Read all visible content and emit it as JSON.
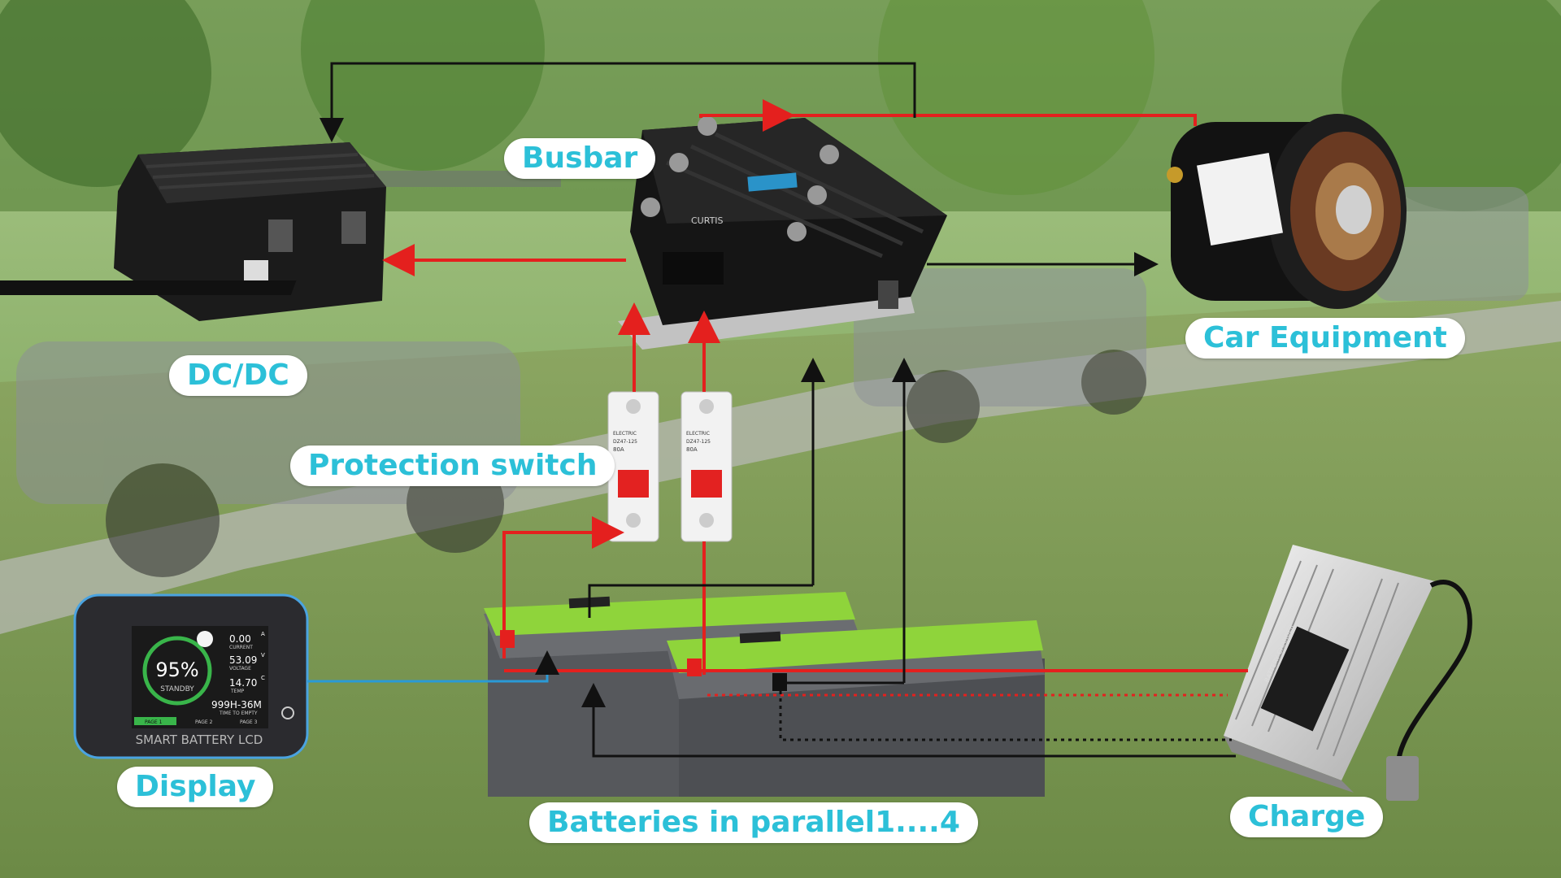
{
  "labels": {
    "busbar": "Busbar",
    "dcdc": "DC/DC",
    "car_equipment": "Car Equipment",
    "protection_switch": "Protection switch",
    "display": "Display",
    "batteries": "Batteries in parallel1....4",
    "charge": "Charge"
  },
  "lcd": {
    "soc": "95%",
    "state": "STANDBY",
    "current": "0.00",
    "current_unit": "A",
    "current_label": "CURRENT",
    "voltage": "53.09",
    "voltage_unit": "V",
    "voltage_label": "VOLTAGE",
    "temp": "14.70",
    "temp_unit": "C",
    "temp_label": "TEMP",
    "time": "999H-36M",
    "time_label": "TIME TO EMPTY",
    "pages": [
      "PAGE 1",
      "PAGE 2",
      "PAGE 3"
    ],
    "brand": "SMART BATTERY LCD"
  },
  "breaker": {
    "brand": "ELECTRIC",
    "model": "DZ47-125",
    "rating": "80A"
  },
  "controller": {
    "brand": "CURTIS"
  },
  "charger": {
    "label": "BATTERY CHARGER"
  },
  "colors": {
    "positive": "#e4201e",
    "negative": "#111111",
    "communication": "#2a9ad6",
    "label_text": "#2cc0d8",
    "battery_lid": "#8fd43b"
  }
}
